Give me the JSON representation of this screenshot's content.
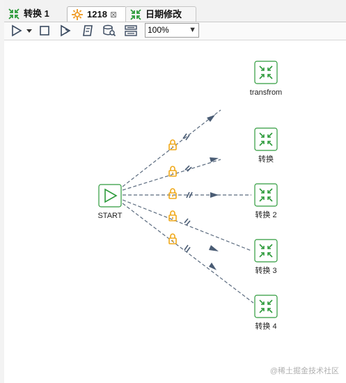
{
  "tabs": [
    {
      "label": "转换 1",
      "icon": "transform-icon",
      "active": false
    },
    {
      "label": "1218",
      "icon": "job-icon",
      "active": true,
      "close": "⊠"
    },
    {
      "label": "日期修改",
      "icon": "transform-icon",
      "active": false
    }
  ],
  "toolbar": {
    "icons": [
      "run-icon",
      "dropdown-icon",
      "stop-icon",
      "preview-icon",
      "script-icon",
      "search-db-icon",
      "layout-icon"
    ],
    "zoom": "100%"
  },
  "canvas": {
    "start_label": "START",
    "steps": [
      "transfrom",
      "转换",
      "转换 2",
      "转换 3",
      "转换 4"
    ]
  },
  "colors": {
    "green": "#2e9b3c",
    "hop": "#5a6a7e",
    "lock": "#f0a818"
  },
  "watermark": "@稀土掘金技术社区"
}
